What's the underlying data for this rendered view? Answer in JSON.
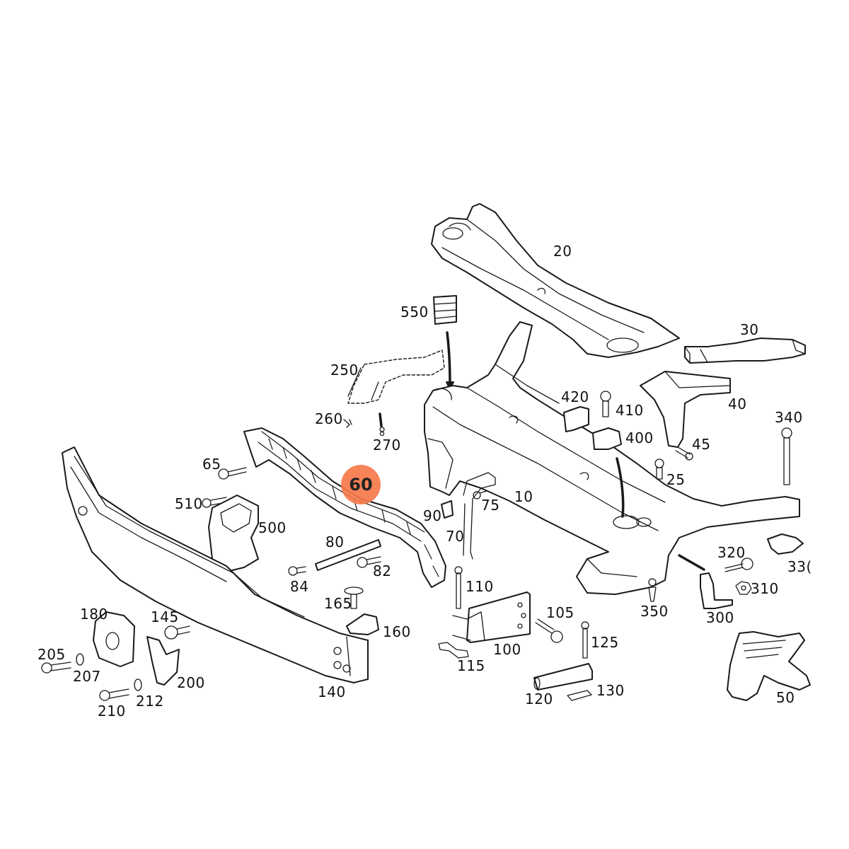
{
  "diagram": {
    "type": "exploded parts diagram",
    "subject": "Front axle carrier / crossmember assembly",
    "highlight": {
      "part": "60",
      "color": "#f7794a"
    },
    "line_color": "#1a1a1a",
    "background": "#ffffff",
    "callouts": [
      {
        "id": "20",
        "text": "20"
      },
      {
        "id": "30",
        "text": "30"
      },
      {
        "id": "550",
        "text": "550"
      },
      {
        "id": "250",
        "text": "250"
      },
      {
        "id": "260",
        "text": "260"
      },
      {
        "id": "270",
        "text": "270"
      },
      {
        "id": "420",
        "text": "420"
      },
      {
        "id": "410",
        "text": "410"
      },
      {
        "id": "400",
        "text": "400"
      },
      {
        "id": "40",
        "text": "40"
      },
      {
        "id": "340",
        "text": "340"
      },
      {
        "id": "45",
        "text": "45"
      },
      {
        "id": "25",
        "text": "25"
      },
      {
        "id": "65",
        "text": "65"
      },
      {
        "id": "510",
        "text": "510"
      },
      {
        "id": "500",
        "text": "500"
      },
      {
        "id": "60",
        "text": "60"
      },
      {
        "id": "90",
        "text": "90"
      },
      {
        "id": "75",
        "text": "75"
      },
      {
        "id": "10",
        "text": "10"
      },
      {
        "id": "70",
        "text": "70"
      },
      {
        "id": "80",
        "text": "80"
      },
      {
        "id": "82",
        "text": "82"
      },
      {
        "id": "84",
        "text": "84"
      },
      {
        "id": "110",
        "text": "110"
      },
      {
        "id": "165",
        "text": "165"
      },
      {
        "id": "160",
        "text": "160"
      },
      {
        "id": "320",
        "text": "320"
      },
      {
        "id": "330",
        "text": "33("
      },
      {
        "id": "310",
        "text": "310"
      },
      {
        "id": "350",
        "text": "350"
      },
      {
        "id": "300",
        "text": "300"
      },
      {
        "id": "105",
        "text": "105"
      },
      {
        "id": "100",
        "text": "100"
      },
      {
        "id": "125",
        "text": "125"
      },
      {
        "id": "115",
        "text": "115"
      },
      {
        "id": "130",
        "text": "130"
      },
      {
        "id": "120",
        "text": "120"
      },
      {
        "id": "50",
        "text": "50"
      },
      {
        "id": "180",
        "text": "180"
      },
      {
        "id": "145",
        "text": "145"
      },
      {
        "id": "205",
        "text": "205"
      },
      {
        "id": "207",
        "text": "207"
      },
      {
        "id": "200",
        "text": "200"
      },
      {
        "id": "210",
        "text": "210"
      },
      {
        "id": "212",
        "text": "212"
      },
      {
        "id": "140",
        "text": "140"
      }
    ]
  }
}
